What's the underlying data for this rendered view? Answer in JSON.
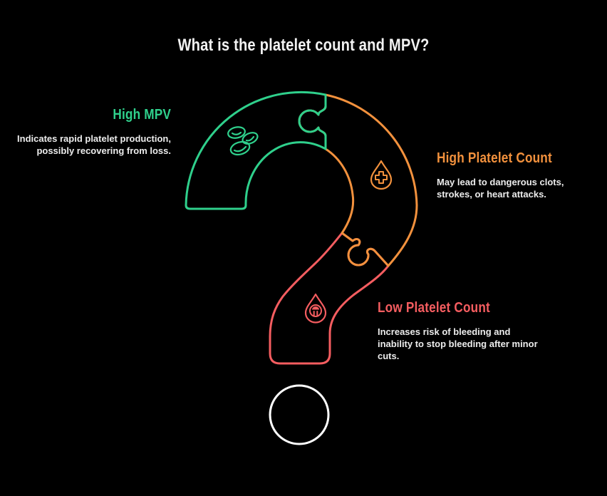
{
  "title": "What is the platelet count and MPV?",
  "colors": {
    "background": "#000000",
    "green": "#2fd08c",
    "orange": "#f2913d",
    "red": "#f55d60",
    "dot_circle": "#ffffff",
    "text": "#ececec"
  },
  "sections": [
    {
      "id": "high-mpv",
      "label": "High MPV",
      "description": "Indicates rapid platelet production, possibly recovering from loss.",
      "color": "#2fd08c",
      "icon": "platelet-cells-icon"
    },
    {
      "id": "high-platelet-count",
      "label": "High Platelet Count",
      "description": "May lead to dangerous clots, strokes, or heart attacks.",
      "color": "#f2913d",
      "icon": "droplet-plus-icon"
    },
    {
      "id": "low-platelet-count",
      "label": "Low Platelet Count",
      "description": "Increases risk of bleeding and inability to stop bleeding after minor cuts.",
      "color": "#f55d60",
      "icon": "droplet-low-icon"
    }
  ]
}
